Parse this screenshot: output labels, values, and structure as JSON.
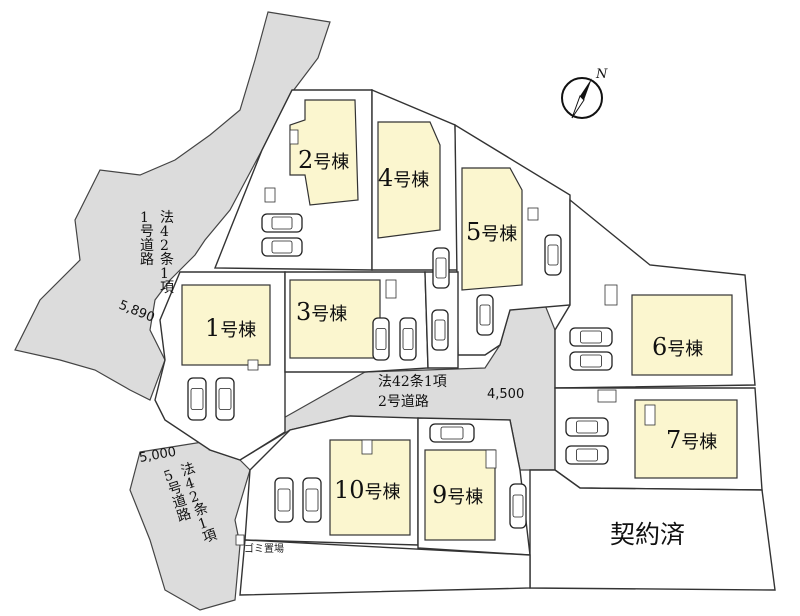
{
  "map": {
    "buildings": [
      {
        "number": "2",
        "suffix": "号棟"
      },
      {
        "number": "4",
        "suffix": "号棟"
      },
      {
        "number": "5",
        "suffix": "号棟"
      },
      {
        "number": "1",
        "suffix": "号棟"
      },
      {
        "number": "3",
        "suffix": "号棟"
      },
      {
        "number": "6",
        "suffix": "号棟"
      },
      {
        "number": "7",
        "suffix": "号棟"
      },
      {
        "number": "10",
        "suffix": "号棟"
      },
      {
        "number": "9",
        "suffix": "号棟"
      }
    ],
    "roads": {
      "west_label": "法42条1項1号道路",
      "west_width": "5,890",
      "center_label_line1": "法42条1項",
      "center_label_line2": "2号道路",
      "center_width": "4,500",
      "southwest_label": "法42条1項5号道路",
      "southwest_width": "5,000"
    },
    "sold_label": "契約済",
    "garbage_label": "ゴミ置場",
    "compass_label": "N"
  }
}
